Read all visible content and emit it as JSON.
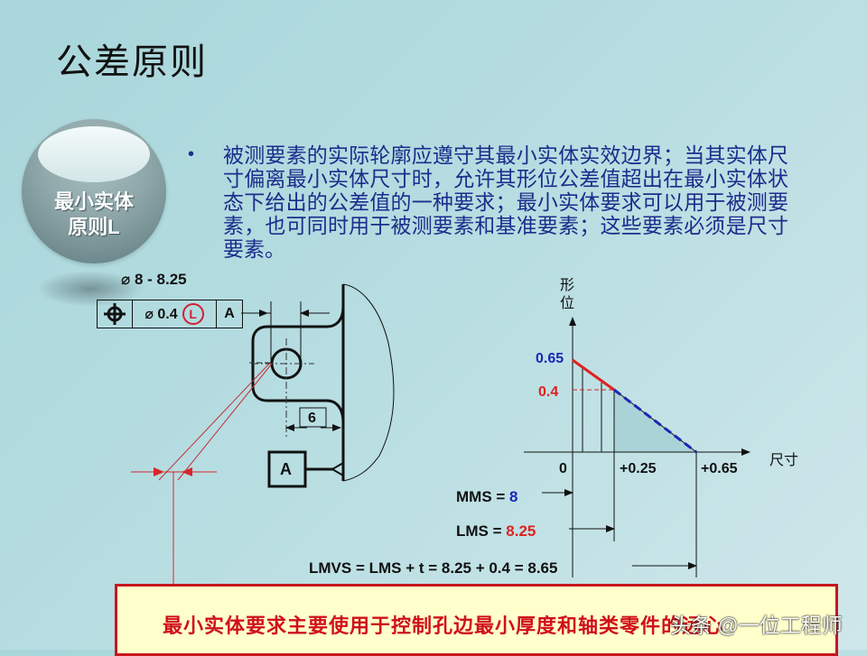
{
  "slide": {
    "title": "公差原则",
    "badge": {
      "line1": "最小实体",
      "line2": "原则L"
    },
    "bullet_icon": "•",
    "body_text": "被测要素的实际轮廓应遵守其最小实体实效边界；当其实体尺寸偏离最小实体尺寸时，允许其形位公差值超出在最小实体状态下给出的公差值的一种要求；最小实体要求可以用于被测要素，也可同时用于被测要素和基准要素；这些要素必须是尺寸要素。"
  },
  "drawing": {
    "size_callout": "⌀ 8 - 8.25",
    "feature_control_frame": {
      "symbol": "position-icon",
      "tolerance": "⌀ 0.4",
      "modifier": "L",
      "datum": "A"
    },
    "dimension": "6",
    "datum_label": "A",
    "colors": {
      "line": "#111111",
      "red": "#d8262b"
    }
  },
  "chart_data": {
    "type": "line",
    "title": "",
    "xlabel": "尺寸",
    "ylabel_line1": "形",
    "ylabel_line2": "位",
    "x_ticks": [
      "0",
      "+0.25",
      "+0.65"
    ],
    "y_ticks": [
      {
        "label": "0.65",
        "color": "#1a28b8"
      },
      {
        "label": "0.4",
        "color": "#e02020"
      }
    ],
    "series": [
      {
        "name": "red-solid",
        "color": "#e02020",
        "style": "solid",
        "x": [
          0,
          0.25
        ],
        "y": [
          0.65,
          0.4
        ]
      },
      {
        "name": "blue-dashed",
        "color": "#1a28b8",
        "style": "dashed",
        "x": [
          0.25,
          0.65
        ],
        "y": [
          0.4,
          0
        ]
      }
    ],
    "shaded_region": {
      "x": [
        0.25,
        0.65
      ],
      "y": [
        0.4,
        0
      ]
    },
    "xlim": [
      0,
      0.65
    ],
    "ylim": [
      0,
      0.65
    ]
  },
  "equations": {
    "mms_label": "MMS = ",
    "mms_value": "8",
    "lms_label": "LMS = ",
    "lms_value": "8.25",
    "lmvs": "LMVS = LMS + t = 8.25 + 0.4 = 8.65"
  },
  "note": {
    "text": "最小实体要求主要使用于控制孔边最小厚度和轴类零件的远心"
  },
  "watermark": "头条 @一位工程师"
}
